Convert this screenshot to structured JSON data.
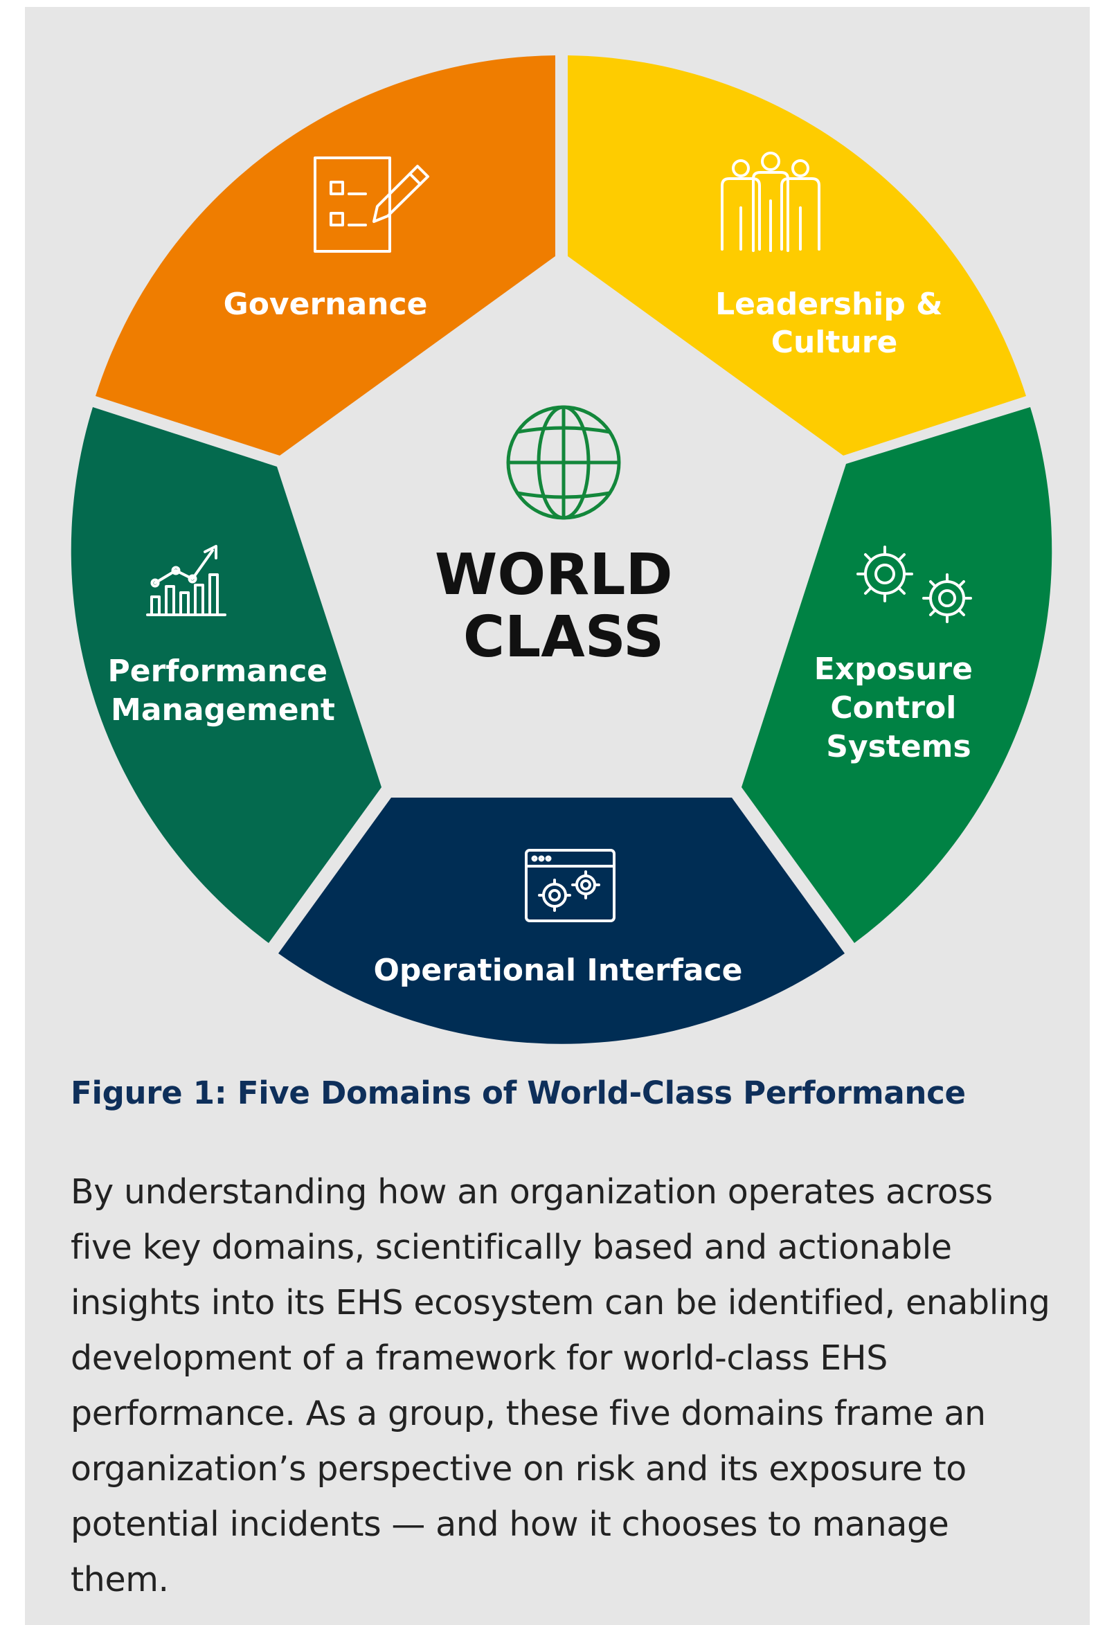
{
  "center": {
    "line1": "WORLD",
    "line2": "CLASS",
    "icon": "globe-icon",
    "icon_color": "#13873b"
  },
  "segments": [
    {
      "key": "governance",
      "lines": [
        "Governance"
      ],
      "color": "#ef7d00",
      "icon": "checklist-pencil-icon"
    },
    {
      "key": "leadership",
      "lines": [
        "Leadership &",
        "Culture"
      ],
      "color": "#fecc00",
      "icon": "people-group-icon"
    },
    {
      "key": "exposure",
      "lines": [
        "Exposure",
        "Control",
        "Systems"
      ],
      "color": "#008244",
      "icon": "gears-icon"
    },
    {
      "key": "operational",
      "lines": [
        "Operational Interface"
      ],
      "color": "#002d54",
      "icon": "browser-gears-icon"
    },
    {
      "key": "performance",
      "lines": [
        "Performance",
        "Management"
      ],
      "color": "#046a4e",
      "icon": "trend-chart-icon"
    }
  ],
  "caption": "Figure 1: Five Domains of World-Class Performance",
  "body": "By understanding how an organization operates across five key domains, scientifically based and actionable insights into its EHS ecosystem can be identified, enabling development of a framework for world-class EHS performance. As a group, these five domains frame an organization’s perspective on risk and its exposure to potential incidents — and how it chooses to manage them."
}
